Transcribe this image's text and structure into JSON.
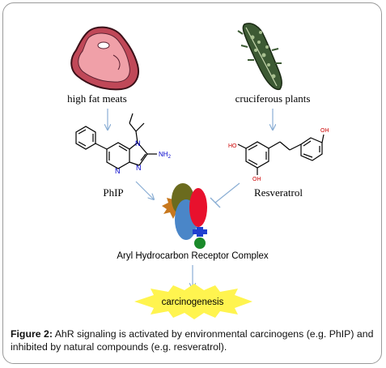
{
  "labels": {
    "meat": "high fat meats",
    "plants": "cruciferous plants",
    "phip": "PhIP",
    "resveratrol": "Resveratrol",
    "complex": "Aryl Hydrocarbon Receptor Complex",
    "outcome": "carcinogenesis"
  },
  "structure_labels": {
    "nh2": "NH",
    "nh2_sub": "2",
    "n1": "N",
    "n2": "N",
    "n3": "N",
    "ho1": "HO",
    "oh1": "OH",
    "oh2": "OH"
  },
  "caption": {
    "label": "Figure 2:",
    "text": "AhR signaling is activated by environmental carcinogens (e.g. PhIP) and inhibited by natural compounds (e.g. resveratrol)."
  },
  "colors": {
    "arrow": "#8aaed4",
    "burst": "#fff44f",
    "olive": "#6b6b1e",
    "red": "#e8112d",
    "blue": "#4a86c8",
    "green": "#1a8a2a",
    "orange": "#c8781e",
    "meat": "#f0a0a8",
    "leaf": "#3d5a34"
  }
}
